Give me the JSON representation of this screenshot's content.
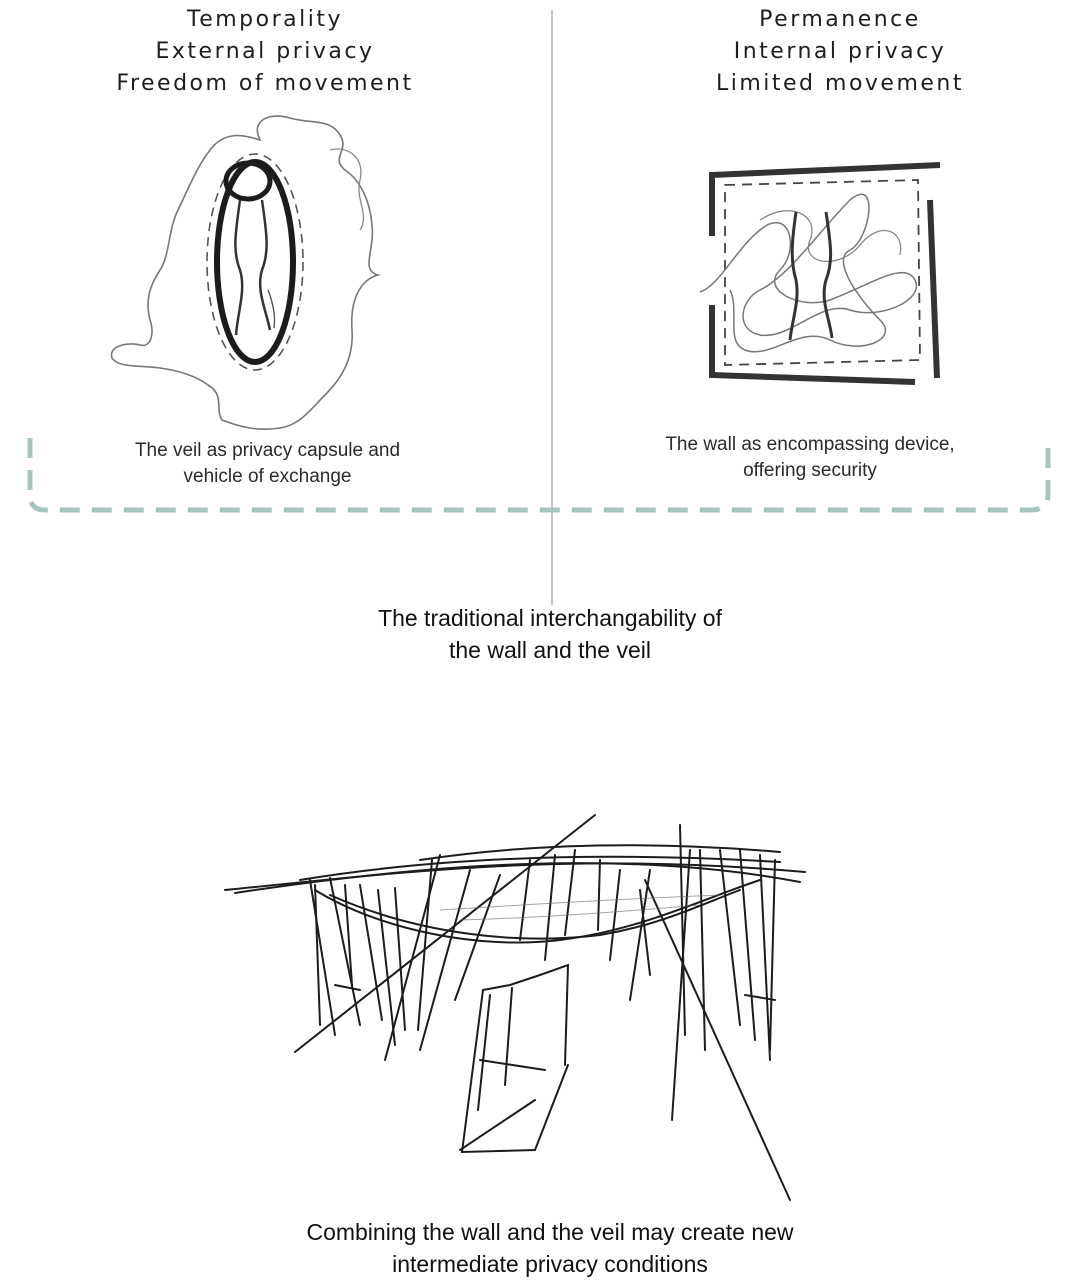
{
  "left": {
    "heading_lines": [
      "Temporality",
      "External privacy",
      "Freedom of movement"
    ],
    "caption_lines": [
      "The veil as privacy capsule and",
      "vehicle of exchange"
    ]
  },
  "right": {
    "heading_lines": [
      "Permanence",
      "Internal privacy",
      "Limited movement"
    ],
    "caption_lines": [
      "The wall as encompassing device,",
      "offering security"
    ]
  },
  "center_caption_lines": [
    "The traditional interchangability of",
    "the wall and the veil"
  ],
  "bottom_caption_lines": [
    "Combining the wall and the veil may create new",
    "intermediate privacy conditions"
  ],
  "colors": {
    "dashed_bracket": "#a7c4be",
    "divider": "#9a9a9a",
    "ink": "#1c1c1c"
  }
}
